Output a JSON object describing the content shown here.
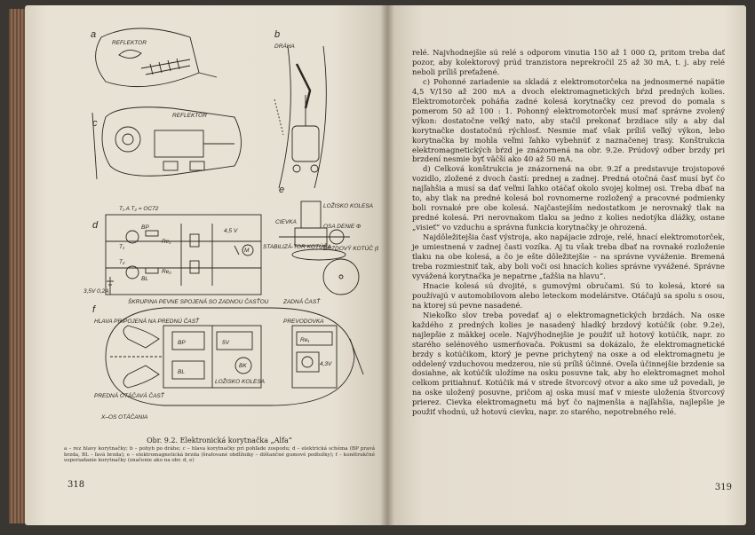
{
  "left_page": {
    "figure_labels": {
      "a": "a",
      "b": "b",
      "c": "c",
      "d": "d",
      "e": "e",
      "f": "f",
      "reflektor_a": "REFLEKTOR",
      "draha": "DRÁHA",
      "reflektor_c": "REFLEKTOR",
      "transistors": "T₁ A T₂ = OC72",
      "ciewka": "CIEVKA",
      "lozisko_kolesa": "LOŽISKO KOLESA",
      "osa_denie": "OSA DENIE Ф",
      "stabilizator": "STABILIZÁ-TOR KOTÚČA",
      "brzdovy_kotuc": "BRZDOVÝ KOTÚČ (BK)",
      "voltage_45": "4,5 V",
      "voltage_35": "3,5V 0,2A",
      "skrupina": "ŠKRUPINA PEVNE SPOJENÁ SO ZADNOU ČASŤOU",
      "zadna_cast": "ZADNÁ ČASŤ",
      "hlava": "HLAVA PRIPOJENÁ NA PREDNÚ ČASŤ",
      "prevodovka": "PREVODOVKA",
      "predna": "PREDNÁ OTÁČAVÁ ČASŤ",
      "xos": "X–OS OTÁČANIA",
      "bp": "BP",
      "bl": "BL",
      "bk": "BK",
      "re1": "Re₁",
      "re2": "Re₂",
      "t1": "T₁",
      "t2": "T₂",
      "lozisko_f": "LOŽISKO KOLESA",
      "sv": "5V",
      "m": "M",
      "v43": "4,3V"
    },
    "caption_title": "Obr. 9.2. Elektronická korytnačka „Alfa“",
    "caption_text": "a – rez hlavy korytnačky; b – pohyb po dráhe; c – hlava korytnačky pri pohľade zospodu; d – elektrická schéma (BP pravá brzda, BL – ľavá brzda); e – elektromagnetická brzda (šrafované obdĺžniky – dištančné gumové podložky); f – konštrukčné usporiadanie korytnačky (značenie ako na obr. d, e)",
    "page_number": "318"
  },
  "right_page": {
    "paragraphs": [
      "relé. Najvhodnejšie sú relé s odporom vinutia 150 až 1 000 Ω, pritom treba dať pozor, aby kolektorový prúd tranzistora neprekročil 25 až 30 mA, t. j. aby relé neboli príliš preťažené.",
      "c) Pohonné zariadenie sa skladá z elektromotorčeka na jednosmerné napätie 4,5 V/150 až 200 mA a dvoch elektromagnetických bŕzd predných kolies. Elektromotorček poháňa zadné kolesá korytnačky cez prevod do pomala s pomerom 50 až 100 : 1. Pohonný elektromotorček musí mať správne zvolený výkon: dostatočne veľký nato, aby stačil prekonať brzdiace sily a aby dal korytnačke dostatočnú rýchlosť. Nesmie mať však príliš veľký výkon, lebo korytnačka by mohla veľmi ľahko vybehnúť z naznačenej trasy. Konštrukcia elektromagnetických bŕzd je znázornená na obr. 9.2e. Prúdový odber brzdy pri brzdení nesmie byť väčší ako 40 až 50 mA.",
      "d) Celková konštrukcia je znázornená na obr. 9.2f a predstavuje trojstopové vozidlo, zložené z dvoch častí: prednej a zadnej. Predná otočná časť musí byť čo najľahšia a musí sa dať veľmi ľahko otáčať okolo svojej kolmej osi. Treba dbať na to, aby tlak na predné kolesá bol rovnomerne rozložený a pracovné podmienky boli rovnaké pre obe kolesá. Najčastejším nedostatkom je nerovnaký tlak na predné kolesá. Pri nerovnakom tlaku sa jedno z kolies nedotýka dlážky, ostane „visieť“ vo vzduchu a správna funkcia korytnačky je ohrozená.",
      "Najdôležitejšia časť výstroja, ako napájacie zdroje, relé, hnací elektromotorček, je umiestnená v zadnej časti vozíka. Aj tu však treba dbať na rovnaké rozloženie tlaku na obe kolesá, a čo je ešte dôležitejšie – na správne vyváženie. Bremená treba rozmiestniť tak, aby boli voči osi hnacích kolies správne vyvážené. Správne vyvážená korytnačka je nepatrne „ťažšia na hlavu“.",
      "Hnacie kolesá sú dvojité, s gumovými obručami. Sú to kolesá, ktoré sa používajú v automobilovom alebo leteckom modelárstve. Otáčajú sa spolu s osou, na ktorej sú pevne nasadené.",
      "Niekoľko slov treba povedať aj o elektromagnetických brzdách. Na osке každého z predných kolies je nasadený hladký brzdový kotúčik (obr. 9.2e), najlepšie z mäkkej ocele. Najvýhodnejšie je použiť už hotový kotúčik, napr. zo starého selénového usmerňovača. Pokusmi sa dokázalo, že elektromagnetické brzdy s kotúčikom, ktorý je pevne prichytený na osке a od elektromagnetu je oddelený vzduchovou medzerou, nie sú príliš účinné. Oveľa účinnejšie brzdenie sa dosiahne, ak kotúčik uložíme na osku posuvne tak, aby ho elektromagnet mohol celkom pritiahnuť. Kotúčik má v strede štvorcový otvor a ako sme už povedali, je na oske uložený posuvne, pričom aj oska musí mať v mieste uloženia štvorcový prierez. Cievka elektromagnetu má byť čo najmenšia a najľahšia, najlepšie je použiť vhodnú, už hotovú cievku, napr. zo starého, nepotrebného relé."
    ],
    "page_number": "319"
  }
}
